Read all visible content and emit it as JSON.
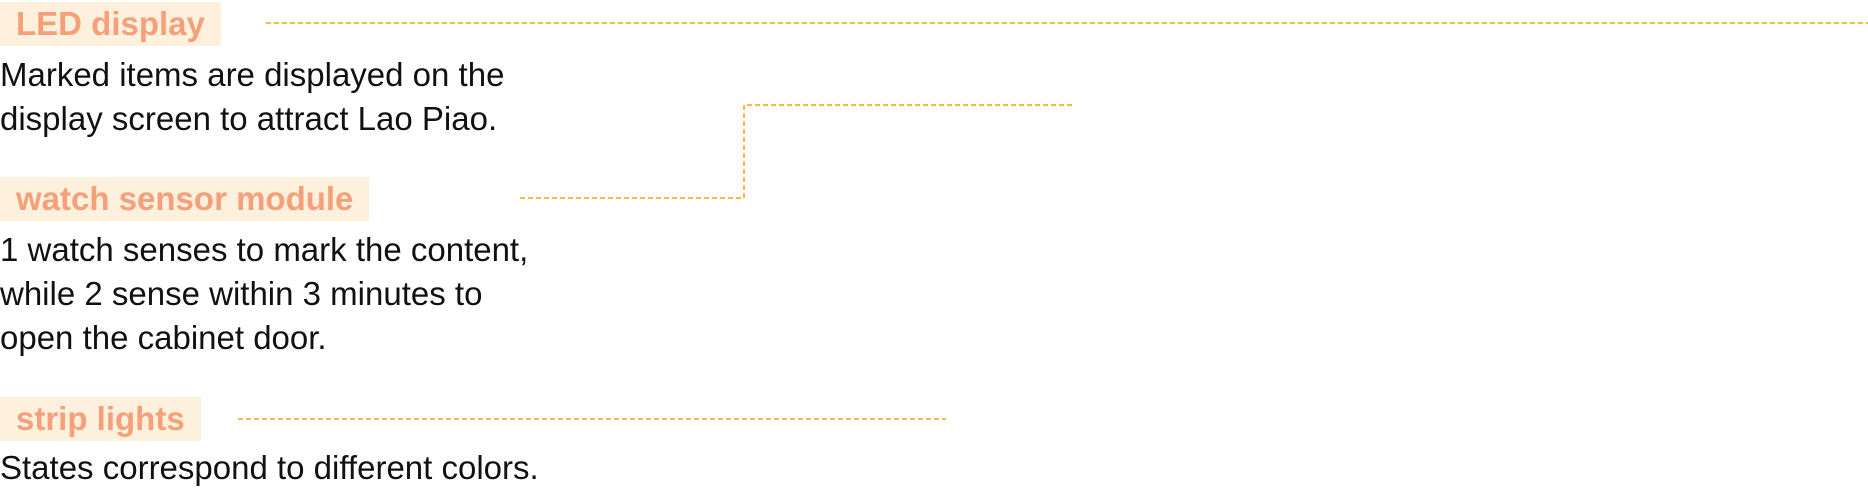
{
  "colors": {
    "tag_background": "#fdf0dc",
    "tag_text": "#f5a07a",
    "leader_line": "#f6b94a",
    "body_text": "#111111"
  },
  "annotations": [
    {
      "label": "LED display",
      "lines": [
        "Marked items are displayed on the",
        "display screen to attract Lao Piao."
      ]
    },
    {
      "label": "watch sensor module",
      "lines": [
        "1 watch senses to mark the content,",
        "while 2 sense within 3 minutes to",
        "open the cabinet door."
      ]
    },
    {
      "label": "strip lights",
      "lines": [
        "States correspond to different colors."
      ]
    }
  ]
}
